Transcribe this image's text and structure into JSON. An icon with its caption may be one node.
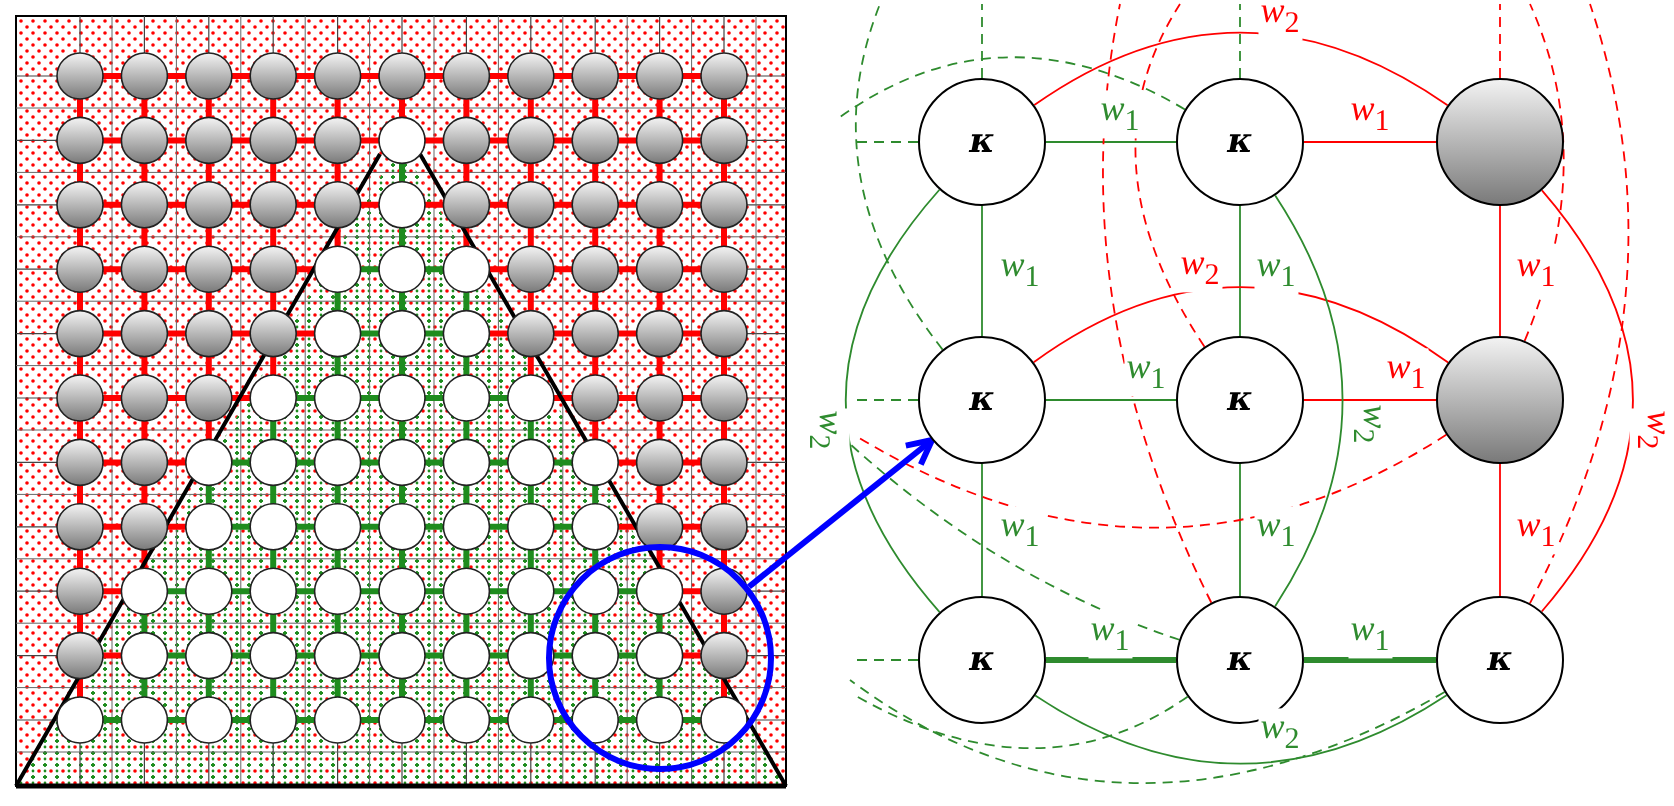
{
  "diagram": {
    "nodes": [
      {
        "text": [],
        "shape": "circle"
      },
      {
        "text": [
          "κ"
        ]
      },
      {
        "text": [
          "κ"
        ]
      },
      {
        "text": [],
        "shape": "circle"
      },
      {
        "text": [
          "κ"
        ]
      },
      {
        "text": [
          "κ"
        ]
      },
      {
        "text": [],
        "shape": "circle"
      },
      {
        "text": [
          "κ"
        ]
      },
      {
        "text": [
          "κ"
        ]
      },
      {
        "text": [
          "κ"
        ]
      }
    ],
    "edges": [
      {
        "from": 1,
        "to": 2,
        "arrow": "none",
        "label": "*w*$_{1}$"
      },
      {
        "from": 2,
        "to": 3,
        "arrow": "none",
        "label": "*w*$_{1}$",
        "color": "#ff0000"
      },
      {
        "from": 1,
        "to": 4,
        "arrow": "none",
        "label": "*w*$_{1}$"
      },
      {
        "from": 2,
        "to": 5,
        "arrow": "none",
        "label": "*w*$_{1}$"
      },
      {
        "from": 3,
        "to": 6,
        "arrow": "none",
        "label": "*w*$_{1}$",
        "color": "#ff0000"
      },
      {
        "from": 4,
        "to": 5,
        "arrow": "none",
        "label": "*w*$_{1}$"
      },
      {
        "from": 5,
        "to": 6,
        "arrow": "none",
        "label": "*w*$_{1}$",
        "color": "#ff0000"
      },
      {
        "from": 4,
        "to": 7,
        "arrow": "none",
        "label": "*w*$_{1}$"
      },
      {
        "from": 5,
        "to": 8,
        "arrow": "none",
        "label": "*w*$_{1}$"
      },
      {
        "from": 6,
        "to": 9,
        "arrow": "none",
        "label": "*w*$_{1}$",
        "color": "#ff0000"
      },
      {
        "from": 7,
        "to": 8,
        "arrow": "none",
        "label": "*w*$_{1}$",
        "style": "thick"
      },
      {
        "from": 8,
        "to": 9,
        "arrow": "none",
        "label": "*w*$_{1}$",
        "style": "thick"
      },
      {
        "from": 1,
        "to": 3,
        "arrow": "none",
        "label": "*w*$_{2}$",
        "color": "#ff0000"
      },
      {
        "from": 4,
        "to": 6,
        "arrow": "none",
        "label": "*w*$_{2}$",
        "color": "#ff0000"
      },
      {
        "from": 1,
        "to": 7,
        "arrow": "none",
        "label": "*w*$_{2}$"
      },
      {
        "from": 2,
        "to": 8,
        "arrow": "none",
        "label": "*w*$_{2}$"
      },
      {
        "from": 3,
        "to": 9,
        "arrow": "none",
        "label": "*w*$_{2}$",
        "color": "#ff0000"
      },
      {
        "from": 7,
        "to": 9,
        "arrow": "none",
        "label": "*w*$_{2}$"
      },
      {
        "from": 1,
        "to": null,
        "arrow": "none",
        "style": "dashed"
      },
      {
        "from": 2,
        "to": null,
        "arrow": "none",
        "style": "dashed"
      },
      {
        "from": 3,
        "to": null,
        "arrow": "none",
        "style": "dashed",
        "color": "#ff0000"
      },
      {
        "from": 1,
        "to": null,
        "arrow": "none",
        "style": "dashed"
      },
      {
        "from": 4,
        "to": null,
        "arrow": "none",
        "style": "dashed"
      },
      {
        "from": 7,
        "to": null,
        "arrow": "none",
        "style": "dashed"
      },
      {
        "from": 2,
        "to": null,
        "arrow": "none",
        "style": "dashed"
      },
      {
        "from": 4,
        "to": null,
        "arrow": "none",
        "style": "dashed"
      },
      {
        "from": 8,
        "to": null,
        "arrow": "none",
        "style": "dashed"
      },
      {
        "from": 6,
        "to": null,
        "arrow": "none",
        "style": "dashed",
        "color": "#ff0000"
      },
      {
        "from": 5,
        "to": null,
        "arrow": "none",
        "style": "dashed",
        "color": "#ff0000"
      },
      {
        "from": 8,
        "to": null,
        "arrow": "none",
        "style": "dashed",
        "color": "#ff0000"
      },
      {
        "from": 9,
        "to": null,
        "arrow": "none",
        "style": "dashed"
      },
      {
        "from": 8,
        "to": null,
        "arrow": "none",
        "style": "dashed"
      },
      {
        "from": 6,
        "to": null,
        "arrow": "none",
        "style": "dashed",
        "color": "#ff0000"
      },
      {
        "from": 9,
        "to": null,
        "arrow": "none",
        "style": "dashed",
        "color": "#ff0000"
      },
      {
        "from": 0,
        "to": 4,
        "arrow": "to",
        "style": "thick",
        "color": "#0000ff"
      }
    ]
  }
}
